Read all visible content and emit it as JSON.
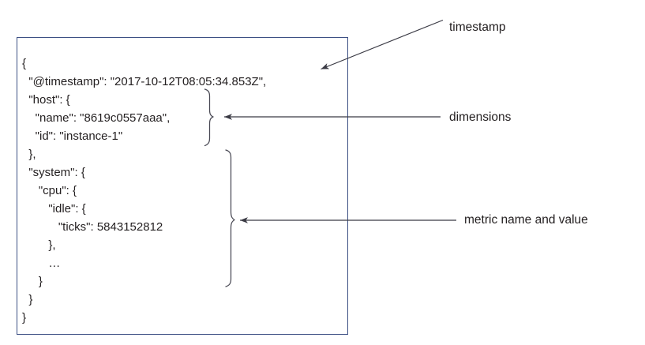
{
  "diagram": {
    "title_text": "",
    "box": {
      "border_color": "#3d5084",
      "json_lines": [
        "{",
        "  \"@timestamp\": \"2017-10-12T08:05:34.853Z\",",
        "  \"host\": {",
        "    \"name\": \"8619c0557aaa\",",
        "    \"id\": \"instance-1\"",
        "  },",
        "  \"system\": {",
        "     \"cpu\": {",
        "        \"idle\": {",
        "           \"ticks\": 5843152812",
        "        },",
        "        …",
        "     }",
        "  }",
        "}"
      ],
      "json_text": "{\n  \"@timestamp\": \"2017-10-12T08:05:34.853Z\",\n  \"host\": {\n    \"name\": \"8619c0557aaa\",\n    \"id\": \"instance-1\"\n  },\n  \"system\": {\n     \"cpu\": {\n        \"idle\": {\n           \"ticks\": 5843152812\n        },\n        …\n     }\n  }\n}"
    },
    "fields": {
      "timestamp_key": "@timestamp",
      "timestamp_value": "2017-10-12T08:05:34.853Z",
      "host_name_key": "name",
      "host_name_value": "8619c0557aaa",
      "host_id_key": "id",
      "host_id_value": "instance-1",
      "metric_key": "ticks",
      "metric_value": "5843152812",
      "metric_path": "system.cpu.idle.ticks"
    },
    "annotations": [
      {
        "id": "timestamp",
        "label": "timestamp",
        "arrow_type": "diagonal",
        "text_color": "#231f20"
      },
      {
        "id": "dimensions",
        "label": "dimensions",
        "arrow_type": "horizontal-with-brace",
        "text_color": "#231f20"
      },
      {
        "id": "metric",
        "label": "metric name and value",
        "arrow_type": "horizontal-with-brace",
        "text_color": "#231f20"
      }
    ],
    "colors": {
      "box_border": "#3d5084",
      "text": "#231f20",
      "arrow": "#3a3a44",
      "brace": "#4a4a55",
      "background": "#ffffff"
    }
  }
}
